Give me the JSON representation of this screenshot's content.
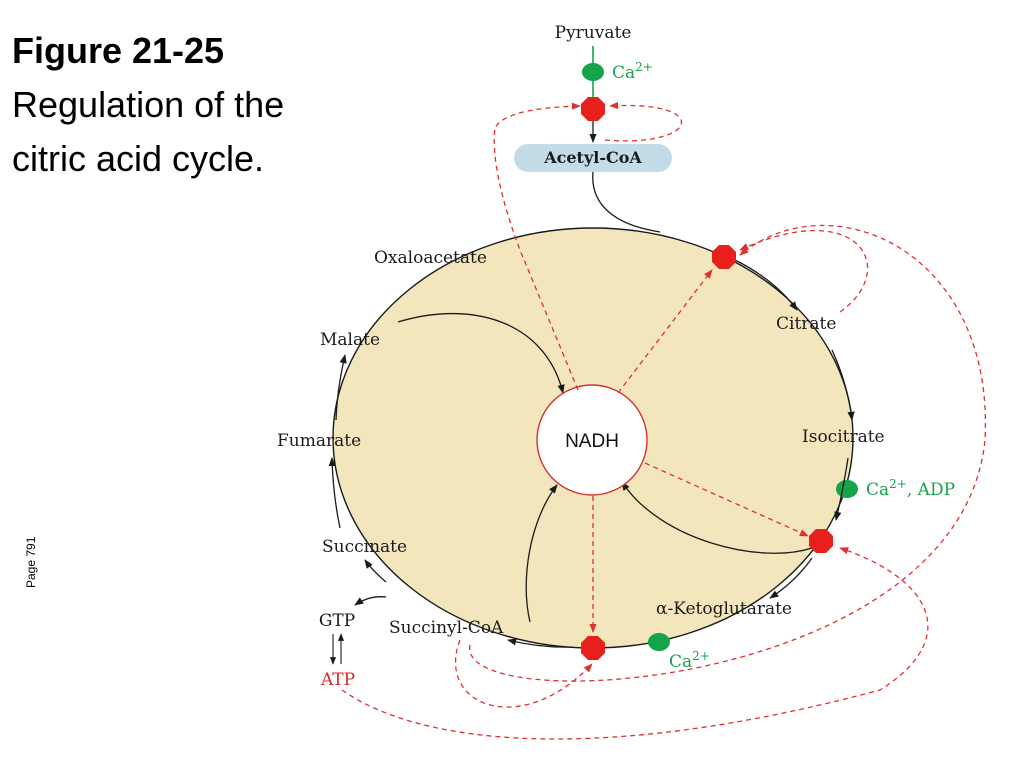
{
  "caption": {
    "figure_number": "Figure 21-25",
    "title": "Regulation of the citric acid cycle.",
    "page": "Page 791"
  },
  "diagram": {
    "pyruvate": "Pyruvate",
    "acetyl_coa": "Acetyl-CoA",
    "center": "NADH",
    "cycle_intermediates": {
      "oxaloacetate": "Oxaloacetate",
      "citrate": "Citrate",
      "isocitrate": "Isocitrate",
      "alpha_ketoglutarate": "α-Ketoglutarate",
      "succinyl_coa": "Succinyl-CoA",
      "succinate": "Succinate",
      "fumarate": "Fumarate",
      "malate": "Malate"
    },
    "gtp": "GTP",
    "atp": "ATP",
    "activators": {
      "pyruvate_dehydrogenase": "Ca2+",
      "isocitrate_dehydrogenase": "Ca2+, ADP",
      "ketoglutarate_dehydrogenase": "Ca2+"
    },
    "colors": {
      "cycle_fill": "#f3e6bd",
      "acetyl_coa_fill": "#c4dbe8",
      "inhibitor": "#e8201c",
      "activator": "#16a34a",
      "inhibition_line": "#e03030"
    }
  }
}
